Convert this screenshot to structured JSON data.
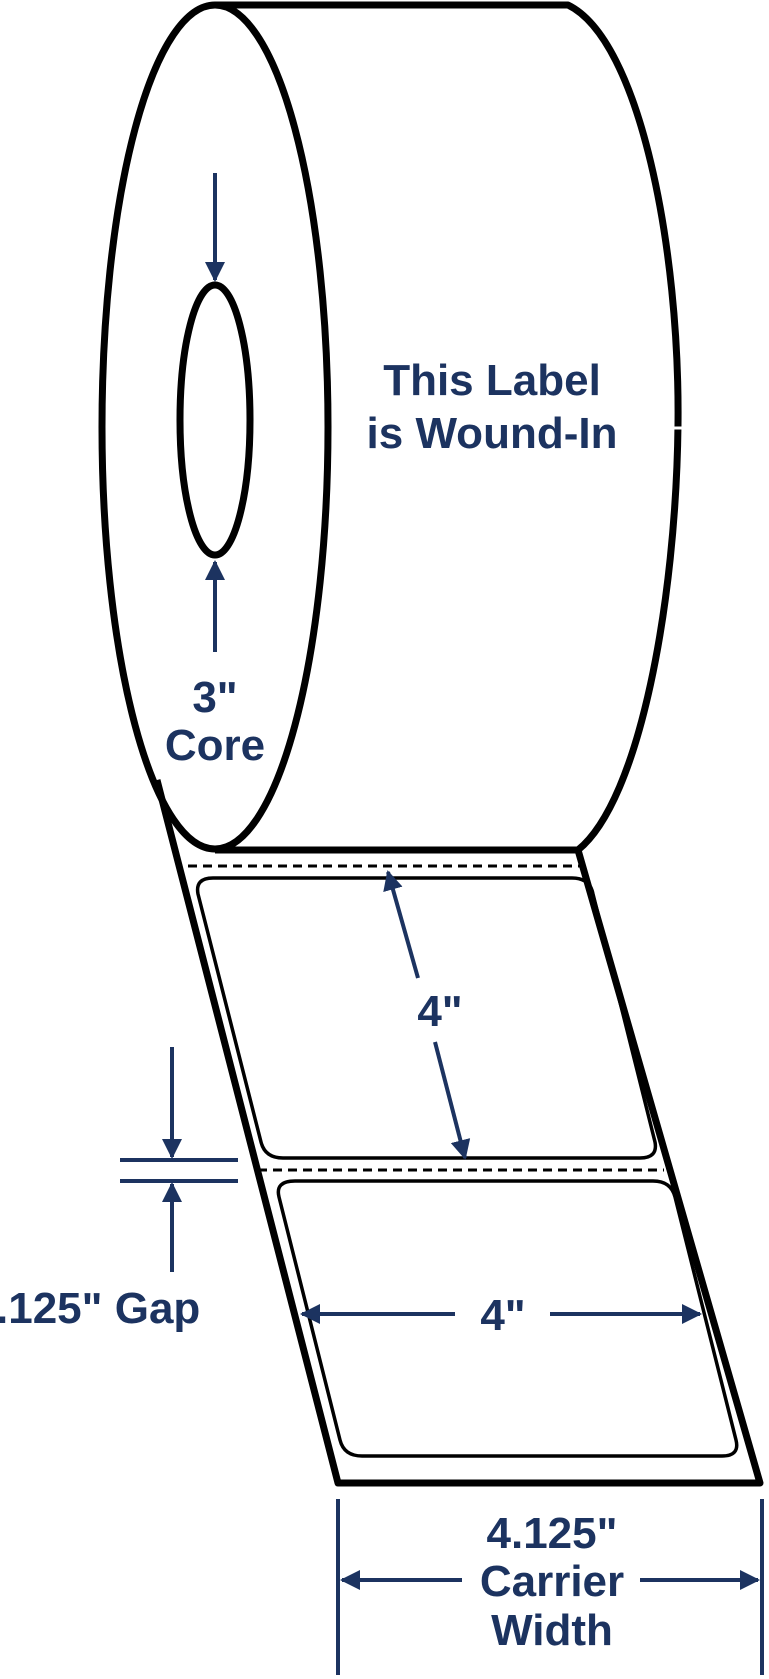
{
  "diagram": {
    "roll_text_line1": "This Label",
    "roll_text_line2": "is Wound-In",
    "core_size": "3\"",
    "core_word": "Core",
    "label_height": "4\"",
    "gap": ".125\" Gap",
    "label_width": "4\"",
    "carrier_size": "4.125\"",
    "carrier_word1": "Carrier",
    "carrier_word2": "Width",
    "colors": {
      "outline": "#000000",
      "dimension": "#1c3360",
      "background": "#ffffff"
    }
  }
}
